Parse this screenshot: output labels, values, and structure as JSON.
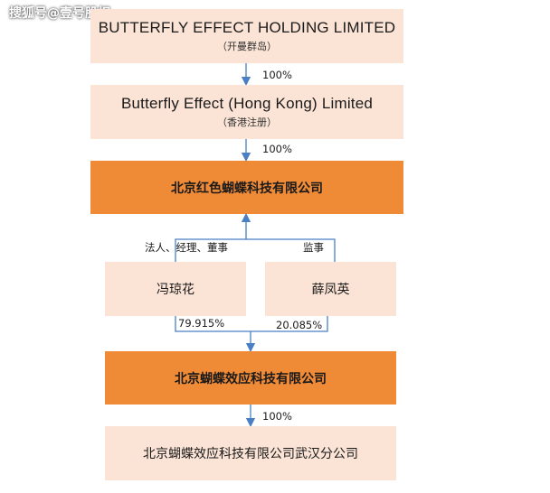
{
  "watermark": "搜狐号@壹号股权",
  "nodes": {
    "bvi": {
      "name": "BUTTERFLY EFFECT HOLDING LIMITED",
      "note": "（开曼群岛）"
    },
    "hk": {
      "name": "Butterfly Effect (Hong Kong) Limited",
      "note": "（香港注册）"
    },
    "red": {
      "name": "北京红色蝴蝶科技有限公司"
    },
    "feng": {
      "name": "冯琼花"
    },
    "xue": {
      "name": "薛凤英"
    },
    "bj": {
      "name": "北京蝴蝶效应科技有限公司"
    },
    "wuhan": {
      "name": "北京蝴蝶效应科技有限公司武汉分公司"
    }
  },
  "edges": {
    "bvi_hk": "100%",
    "hk_red": "100%",
    "feng_role": "法人、经理、董事",
    "xue_role": "监事",
    "feng_share": "79.915%",
    "xue_share": "20.085%",
    "bj_wuhan": "100%"
  },
  "colors": {
    "orange": "#ef8a36",
    "light": "#fbe4d6",
    "line": "#4a7fc4"
  }
}
